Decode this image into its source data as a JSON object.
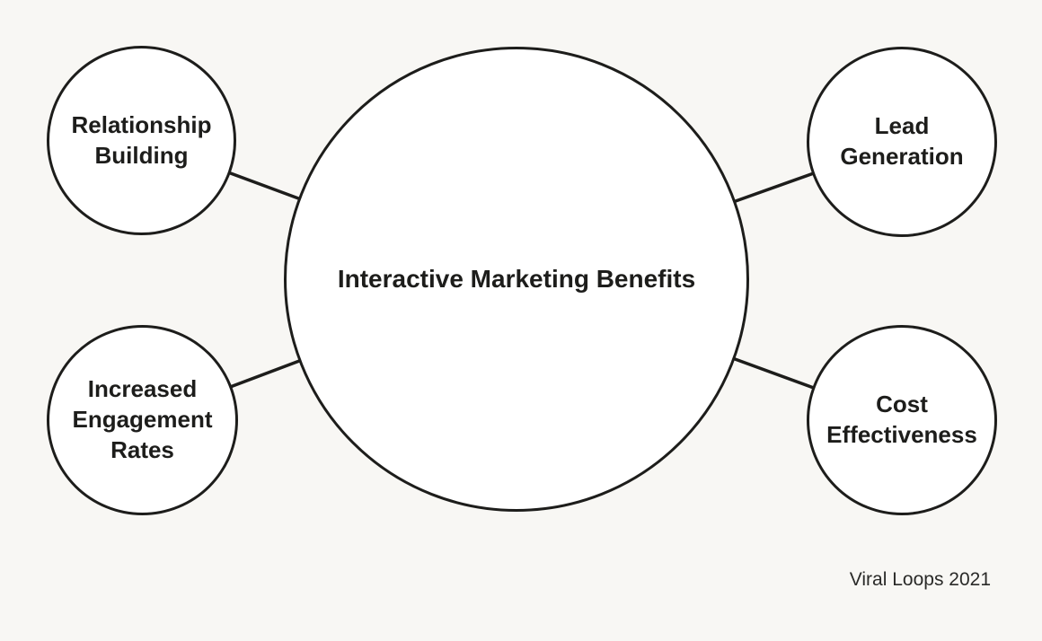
{
  "diagram": {
    "title": "Interactive Marketing Benefits",
    "nodes": [
      {
        "id": "relationship-building",
        "label": "Relationship\nBuilding",
        "position": "top-left"
      },
      {
        "id": "lead-generation",
        "label": "Lead\nGeneration",
        "position": "top-right"
      },
      {
        "id": "increased-engagement-rates",
        "label": "Increased\nEngagement\nRates",
        "position": "bottom-left"
      },
      {
        "id": "cost-effectiveness",
        "label": "Cost\nEffectiveness",
        "position": "bottom-right"
      }
    ],
    "attribution": "Viral Loops 2021",
    "colors": {
      "background": "#f8f7f4",
      "node_fill": "#ffffff",
      "stroke": "#1d1d1b",
      "text": "#1d1d1b"
    }
  }
}
